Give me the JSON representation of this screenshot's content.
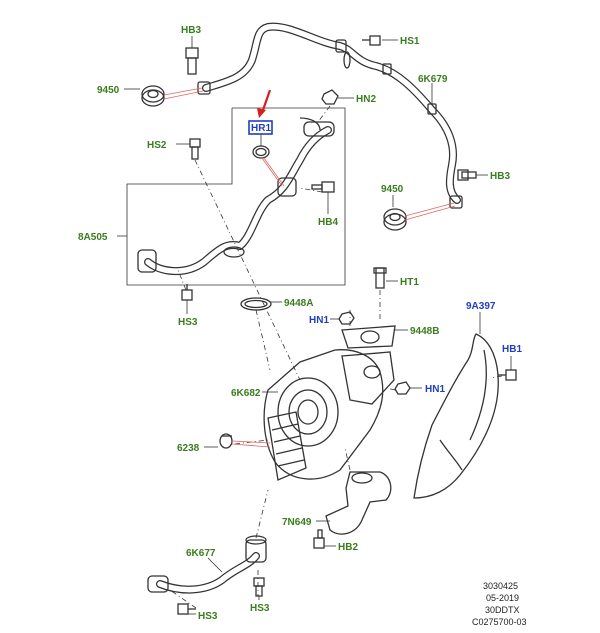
{
  "colors": {
    "label_green": "#3a7d1e",
    "label_blue": "#1f3fbf",
    "highlight_box": "#1f3fbf",
    "arrow_red": "#d42020",
    "leader_red": "#e06666",
    "line": "#333333"
  },
  "labels": {
    "hb3_top": "HB3",
    "hs1": "HS1",
    "n9450_left": "9450",
    "n6k679": "6K679",
    "hn2": "HN2",
    "hr1": "HR1",
    "hs2": "HS2",
    "hb3_right": "HB3",
    "n9450_right": "9450",
    "hb4": "HB4",
    "n8a505": "8A505",
    "ht1": "HT1",
    "hs3_mid": "HS3",
    "n9448a": "9448A",
    "hn1_left": "HN1",
    "n9448b": "9448B",
    "n9a397": "9A397",
    "hb1": "HB1",
    "n6k682": "6K682",
    "hn1_right": "HN1",
    "n6238": "6238",
    "n7n649": "7N649",
    "hb2": "HB2",
    "n6k677": "6K677",
    "hs3_bottom_left": "HS3",
    "hs3_bottom": "HS3"
  },
  "stamp": [
    "3030425",
    "05-2019",
    "30DDTX",
    "C0275700-03"
  ]
}
